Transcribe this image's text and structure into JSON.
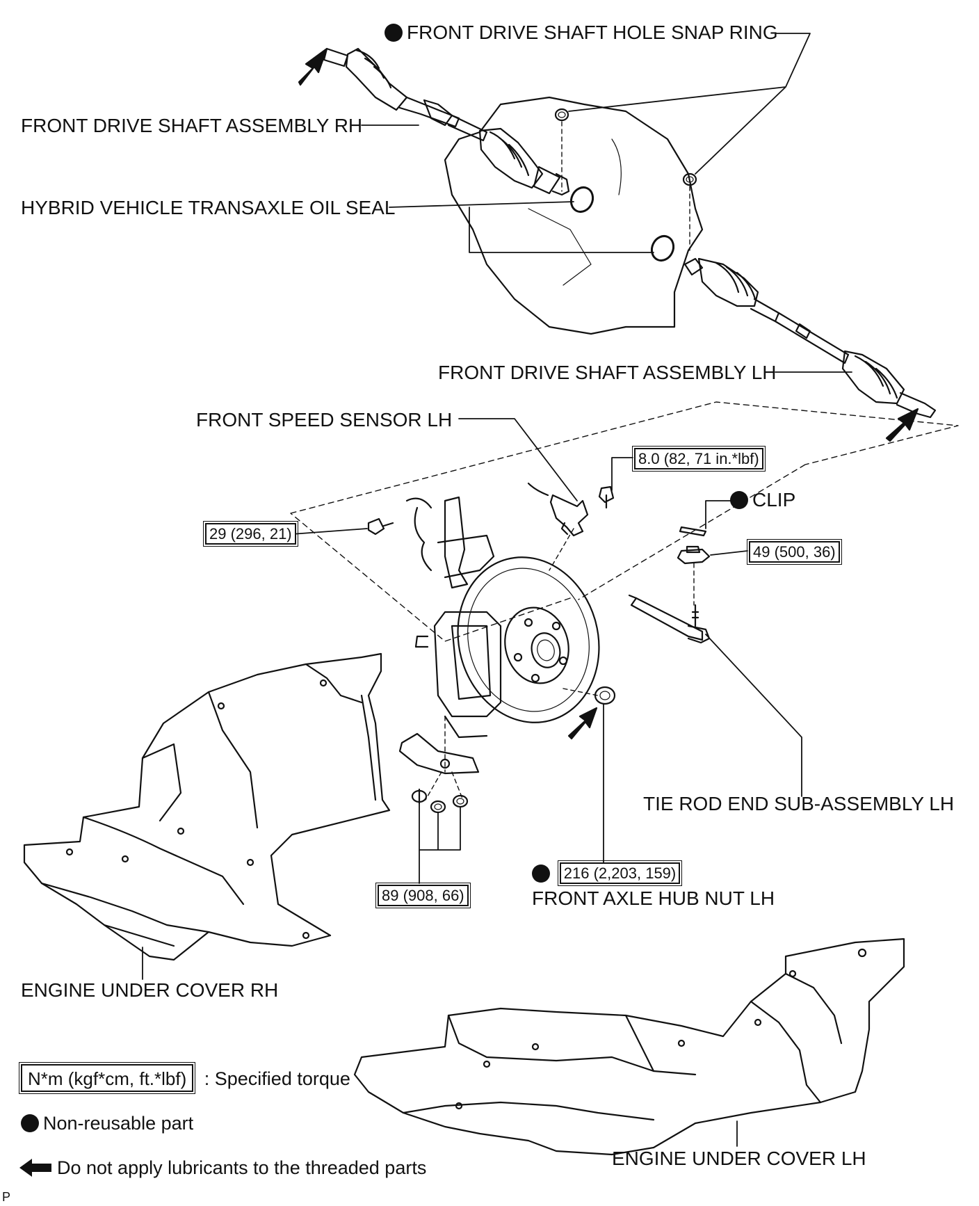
{
  "callouts": {
    "snap_ring": "FRONT DRIVE SHAFT HOLE SNAP RING",
    "shaft_rh": "FRONT DRIVE SHAFT ASSEMBLY RH",
    "oil_seal": "HYBRID VEHICLE TRANSAXLE OIL SEAL",
    "shaft_lh": "FRONT DRIVE SHAFT ASSEMBLY LH",
    "speed_sensor": "FRONT SPEED SENSOR LH",
    "clip": "CLIP",
    "tie_rod": "TIE ROD END SUB-ASSEMBLY LH",
    "hub_nut": "FRONT AXLE HUB NUT LH",
    "under_cover_rh": "ENGINE UNDER COVER RH",
    "under_cover_lh": "ENGINE UNDER COVER LH"
  },
  "torques": {
    "speed_sensor_bolt": "8.0 (82, 71 in.*lbf)",
    "bracket_bolt": "29 (296, 21)",
    "tie_rod_nut": "49 (500, 36)",
    "lower_arm_bolts": "89 (908, 66)",
    "hub_nut": "216 (2,203, 159)"
  },
  "legend": {
    "torque_box": "N*m (kgf*cm, ft.*lbf)",
    "torque_desc": ": Specified torque",
    "non_reusable": "Non-reusable part",
    "no_lubricant": "Do not apply lubricants to the threaded parts"
  },
  "corner_mark": "P",
  "non_reusable_icon": "filled-circle-icon",
  "no_lubricant_icon": "arrow-left-icon",
  "line_color": "#111111",
  "background": "#ffffff"
}
